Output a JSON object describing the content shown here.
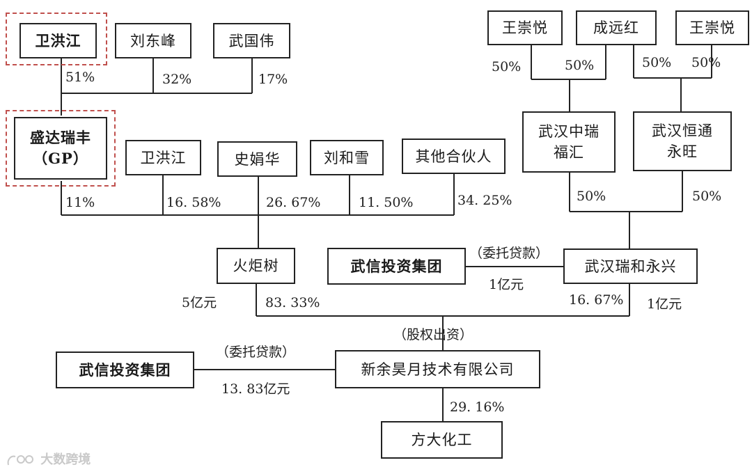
{
  "nodes": {
    "wei_hongjiang_top": "卫洪江",
    "liu_dongfeng": "刘东峰",
    "wu_guowei": "武国伟",
    "wang_chongyue_1": "王崇悦",
    "cheng_yuanhong": "成远红",
    "wang_chongyue_2": "王崇悦",
    "shengda_ruifeng": "盛达瑞丰\n（GP）",
    "wei_hongjiang_2": "卫洪江",
    "shi_juanhua": "史娟华",
    "liu_hexue": "刘和雪",
    "other_partners": "其他合伙人",
    "wuhan_zhongrui": "武汉中瑞\n福汇",
    "wuhan_hengtong": "武汉恒通\n永旺",
    "huojushu": "火炬树",
    "wuxin_group_1": "武信投资集团",
    "wuhan_ruihe": "武汉瑞和永兴",
    "wuxin_group_2": "武信投资集团",
    "xinyu_haoyue": "新余昊月技术有限公司",
    "fangda_chem": "方大化工"
  },
  "labels": {
    "pct_51": "51%",
    "pct_32": "32%",
    "pct_17": "17%",
    "pct_wang1_50": "50%",
    "pct_cheng_50a": "50%",
    "pct_cheng_50b": "50%",
    "pct_wang2_50": "50%",
    "pct_11": "11%",
    "pct_16_58": "16. 58%",
    "pct_26_67": "26. 67%",
    "pct_11_50": "11. 50%",
    "pct_34_25": "34. 25%",
    "pct_zhongrui_50": "50%",
    "pct_hengtong_50": "50%",
    "entrust_loan_1": "（委托贷款）",
    "amount_1yi_a": "1亿元",
    "amount_5yi": "5亿元",
    "pct_83_33": "83. 33%",
    "pct_16_67": "16. 67%",
    "amount_1yi_b": "1亿元",
    "equity_contribution": "（股权出资）",
    "entrust_loan_2": "（委托贷款）",
    "amount_13_83": "13. 83亿元",
    "pct_29_16": "29. 16%"
  },
  "watermark": {
    "text": "大数跨境",
    "icon": "watermark-logo-icon"
  },
  "colors": {
    "line": "#222222",
    "highlight_dash": "#c0504d"
  }
}
